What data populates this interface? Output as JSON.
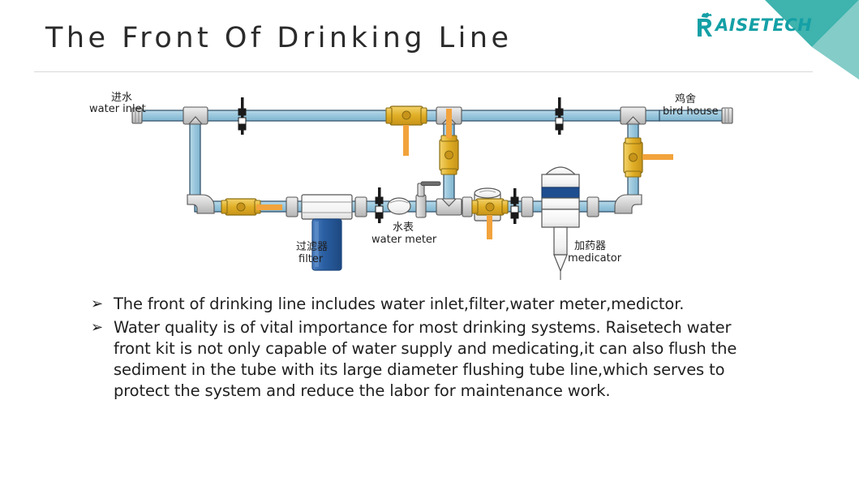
{
  "header": {
    "title": "The Front Of Drinking Line",
    "logo_initial": "R",
    "logo_text": "AISETECH",
    "logo_color": "#14a0a6",
    "corner_dark": "#3fb3ad",
    "corner_light": "#83ccc8",
    "rule_color": "#d9d9d9"
  },
  "diagram": {
    "name": "drinking-line-schematic",
    "pipe_fill": "#9ec9dd",
    "pipe_stroke": "#2b4a63",
    "fitting_fill": "#d7d7d7",
    "fitting_stroke": "#555555",
    "valve_fill": "#e8b83a",
    "valve_stroke": "#8a6d12",
    "handle_color": "#f2a33c",
    "filter_body": "#2a5fa3",
    "medicator_band": "#1f4e90",
    "labels": [
      {
        "id": "water-inlet",
        "cn": "进水",
        "en": "water inlet"
      },
      {
        "id": "bird-house",
        "cn": "鸡舍",
        "en": "bird house"
      },
      {
        "id": "filter",
        "cn": "过滤器",
        "en": "filter"
      },
      {
        "id": "water-meter",
        "cn": "水表",
        "en": "water meter"
      },
      {
        "id": "medicator",
        "cn": "加药器",
        "en": "medicator"
      }
    ]
  },
  "bullets": {
    "marker": "➢",
    "items": [
      "The front of drinking line includes water inlet,filter,water meter,medictor.",
      "Water quality is of vital importance for most drinking systems. Raisetech water front kit is not only capable of water supply and medicating,it can also flush the sediment in the tube with its large diameter flushing tube line,which serves to protect the system and reduce the labor for maintenance work."
    ]
  }
}
